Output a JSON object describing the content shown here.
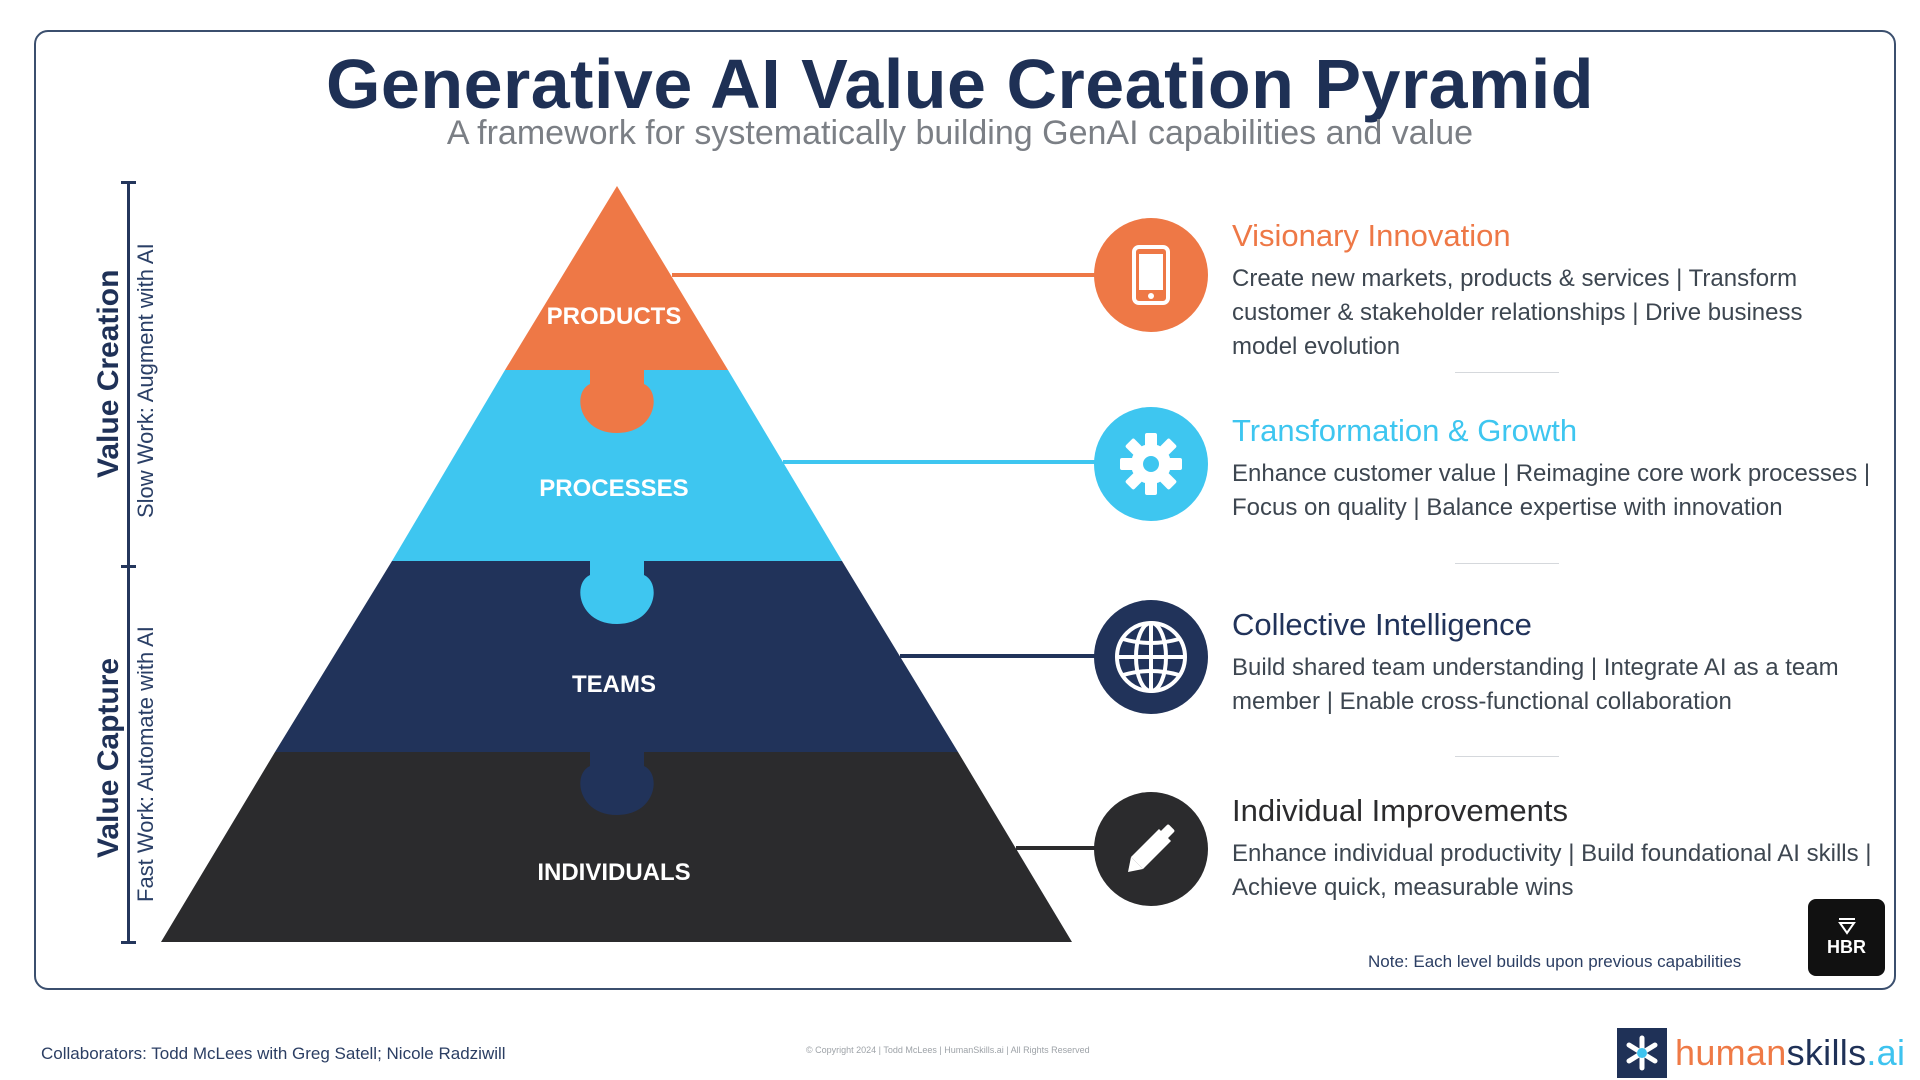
{
  "header": {
    "title": "Generative AI Value Creation Pyramid",
    "subtitle": "A framework for systematically building GenAI capabilities and value"
  },
  "side_labels": {
    "value_creation": "Value Creation",
    "value_creation_sub": "Slow Work: Augment with AI",
    "value_capture": "Value Capture",
    "value_capture_sub": "Fast Work: Automate with AI"
  },
  "tiers": [
    {
      "label": "PRODUCTS",
      "color": "#ee7846",
      "icon": "smartphone-icon",
      "heading": "Visionary Innovation",
      "heading_color": "#ee7846",
      "body": "Create new markets, products & services | Transform customer & stakeholder relationships | Drive business model evolution"
    },
    {
      "label": "PROCESSES",
      "color": "#3ec6f0",
      "icon": "gear-icon",
      "heading": "Transformation & Growth",
      "heading_color": "#3ec6f0",
      "body": "Enhance customer value | Reimagine core work processes | Focus on quality | Balance expertise with innovation"
    },
    {
      "label": "TEAMS",
      "color": "#21335a",
      "icon": "globe-icon",
      "heading": "Collective Intelligence",
      "heading_color": "#21335a",
      "body": "Build shared team understanding | Integrate AI as a team member | Enable cross-functional collaboration"
    },
    {
      "label": "INDIVIDUALS",
      "color": "#2b2b2d",
      "icon": "pencil-icon",
      "heading": "Individual Improvements",
      "heading_color": "#2b2b2d",
      "body": "Enhance individual productivity | Build foundational AI skills | Achieve quick, measurable wins"
    }
  ],
  "note": "Note: Each level builds upon previous capabilities",
  "badge": {
    "text": "HBR",
    "icon": "hbr-shield-icon"
  },
  "footer": {
    "collaborators": "Collaborators: Todd McLees with Greg Satell; Nicole Radziwill",
    "copyright": "© Copyright 2024  |  Todd McLees  |  HumanSkills.ai  |  All Rights Reserved",
    "logo_part1": "human",
    "logo_part2": "skills",
    "logo_part3": ".ai",
    "logo_icon": "asterisk-icon"
  }
}
